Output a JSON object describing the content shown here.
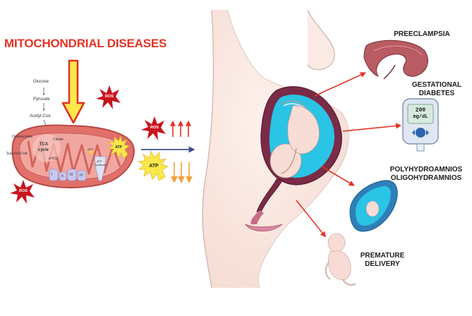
{
  "title": "MITOCHONDRIAL DISEASES",
  "pathway": {
    "glucose": "Glucose",
    "pyruvate": "Pyruvate",
    "acetyl_coa": "Acetyl-CoA",
    "oxaloacetate": "Oxaloacetate",
    "citrate": "Citrate",
    "tca": "TCA",
    "cycle": "cycle",
    "succinyl_coa": "Succinyl-CoA",
    "akg": "α-KG"
  },
  "complexes": [
    "I",
    "II",
    "III",
    "IV"
  ],
  "enzymes": {
    "adp": "ADP",
    "atp_synthase_1": "ATP",
    "atp_synthase_2": "Synthase"
  },
  "badges": {
    "ros": "ROS",
    "atp": "ATP"
  },
  "outcomes": {
    "preeclampsia": "PREECLAMPSIA",
    "gestational_line1": "GESTATIONAL",
    "gestational_line2": "DIABETES",
    "poly": "POLYHYDROAMNIOS",
    "oligo": "OLIGOHYDRAMNIOS",
    "premature_line1": "PREMATURE",
    "premature_line2": "DELIVERY"
  },
  "glucometer": {
    "value": "200",
    "unit": "mg/dL"
  },
  "colors": {
    "title": "#e53224",
    "mito": "#e0706a",
    "ros": "#c8141e",
    "atp_star": "#fbe84a",
    "arrow_up": "#e53224",
    "arrow_down": "#f2a33a",
    "arrow_main": "#3d4f8c",
    "fluid": "#29c4e6",
    "skin": "#fbeae4"
  }
}
